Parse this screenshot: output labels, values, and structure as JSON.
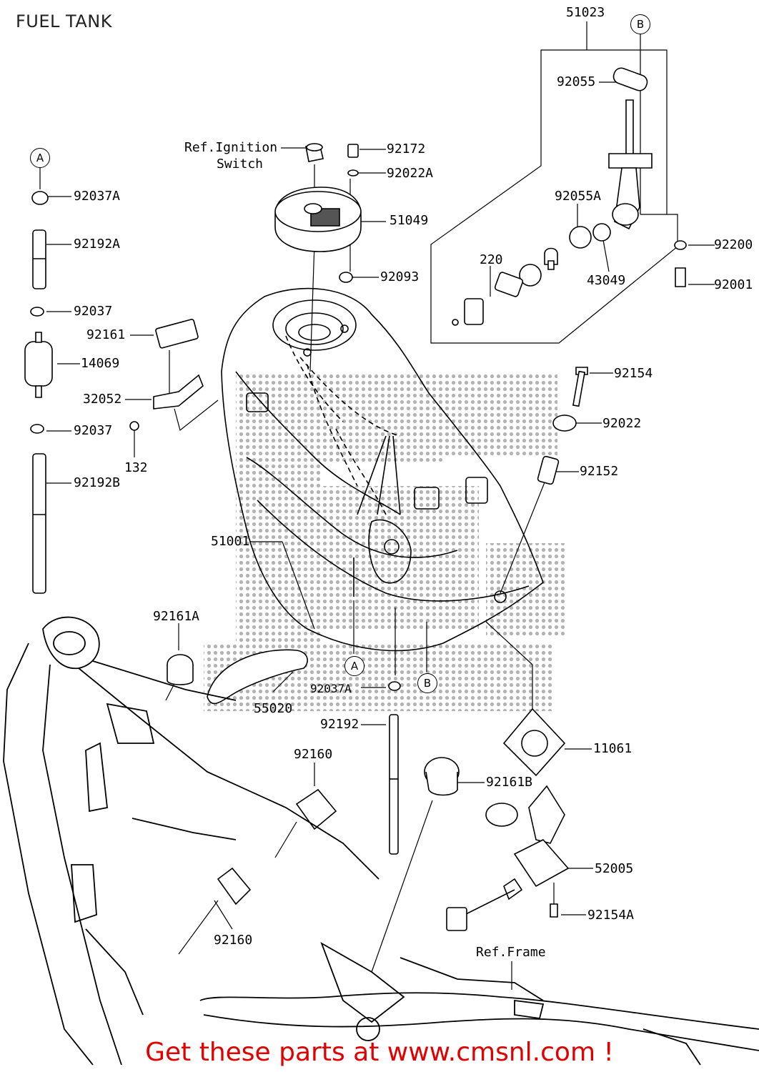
{
  "title": "FUEL TANK",
  "footer": "Get these parts at www.cmsnl.com !",
  "refs": {
    "A": "A",
    "B": "B",
    "ignition_line1": "Ref.Ignition",
    "ignition_line2": "Switch",
    "frame": "Ref.Frame"
  },
  "parts": {
    "p51023": "51023",
    "p92055": "92055",
    "p92172": "92172",
    "p92022A": "92022A",
    "p92037A": "92037A",
    "p51049": "51049",
    "p92192A": "92192A",
    "p92055A": "92055A",
    "p92200": "92200",
    "p92093": "92093",
    "p220": "220",
    "p43049": "43049",
    "p92001": "92001",
    "p92037_top": "92037",
    "p92161": "92161",
    "p14069": "14069",
    "p92154": "92154",
    "p32052": "32052",
    "p92022": "92022",
    "p92037_bottom": "92037",
    "p132": "132",
    "p92152": "92152",
    "p92192B": "92192B",
    "p51001": "51001",
    "p92161A": "92161A",
    "p92037A_lower": "92037A",
    "p55020": "55020",
    "p92192": "92192",
    "p11061": "11061",
    "p92160_top": "92160",
    "p92161B": "92161B",
    "p52005": "52005",
    "p92154A": "92154A",
    "p92160_bottom": "92160"
  }
}
